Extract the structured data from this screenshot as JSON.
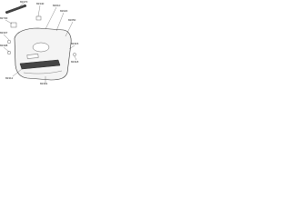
{
  "diagram": {
    "callouts": [
      {
        "id": "c1",
        "text": "82370"
      },
      {
        "id": "c2",
        "text": "82340"
      },
      {
        "id": "c3",
        "text": "82610"
      },
      {
        "id": "c4",
        "text": "82620"
      },
      {
        "id": "c5",
        "text": "82730"
      },
      {
        "id": "c6",
        "text": "82650"
      },
      {
        "id": "c7",
        "text": "82307"
      },
      {
        "id": "c8",
        "text": "82308"
      },
      {
        "id": "c9",
        "text": "82315"
      },
      {
        "id": "c10",
        "text": "82318"
      },
      {
        "id": "c11",
        "text": "82312"
      },
      {
        "id": "c12",
        "text": "82391"
      }
    ],
    "colors": {
      "line": "#555555",
      "part_fill": "#f4f4f4",
      "part_dark": "#444444",
      "text": "#222222"
    }
  }
}
